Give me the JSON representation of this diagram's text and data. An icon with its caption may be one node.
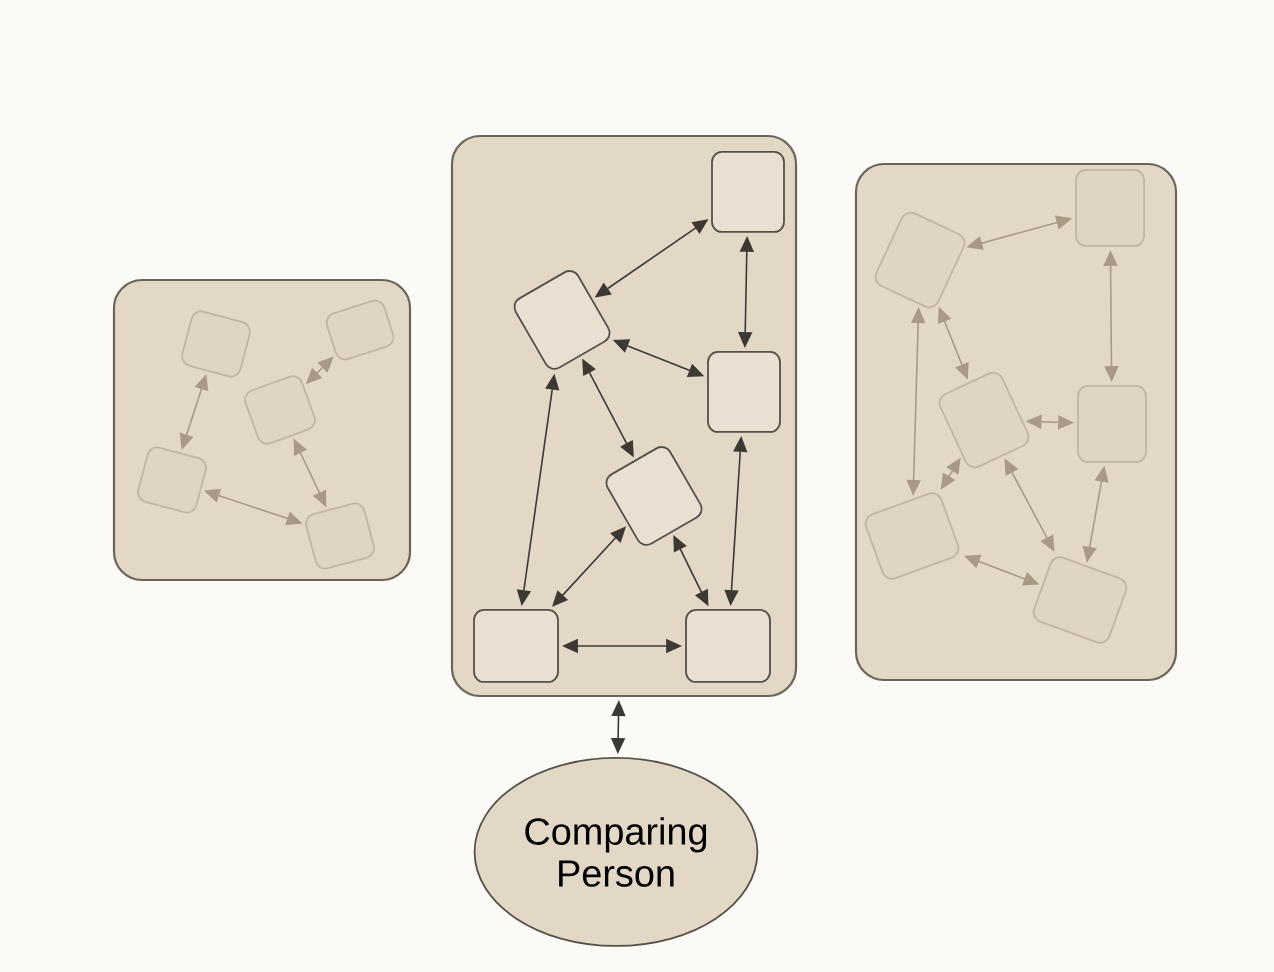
{
  "diagram": {
    "nodes": [
      {
        "text": [],
        "shape": "box"
      },
      {
        "text": [],
        "shape": "box",
        "in": 0
      },
      {
        "text": [],
        "shape": "box",
        "in": 0
      },
      {
        "text": [],
        "shape": "box",
        "in": 0
      },
      {
        "text": [],
        "shape": "box",
        "in": 0
      },
      {
        "text": [],
        "shape": "box",
        "in": 0
      },
      {
        "text": [],
        "shape": "box"
      },
      {
        "text": [],
        "shape": "box",
        "in": 6
      },
      {
        "text": [],
        "shape": "box",
        "in": 6
      },
      {
        "text": [],
        "shape": "box",
        "in": 6
      },
      {
        "text": [],
        "shape": "box",
        "in": 6
      },
      {
        "text": [],
        "shape": "box",
        "in": 6
      },
      {
        "text": [],
        "shape": "box",
        "in": 6
      },
      {
        "text": [
          "Comparing Person"
        ]
      },
      {
        "text": [],
        "shape": "box"
      },
      {
        "text": [],
        "shape": "box",
        "in": 14
      },
      {
        "text": [],
        "shape": "box",
        "in": 14
      },
      {
        "text": [],
        "shape": "box",
        "in": 14
      },
      {
        "text": [],
        "shape": "box",
        "in": 14
      },
      {
        "text": [],
        "shape": "box",
        "in": 14
      },
      {
        "text": [],
        "shape": "box",
        "in": 14
      }
    ],
    "edges": [
      {
        "from": 1,
        "to": 4,
        "arrow": "both",
        "color": "#a89a86"
      },
      {
        "from": 2,
        "to": 3,
        "arrow": "both",
        "color": "#a89a86"
      },
      {
        "from": 3,
        "to": 5,
        "arrow": "both",
        "color": "#a89a86"
      },
      {
        "from": 4,
        "to": 5,
        "arrow": "both",
        "color": "#a89a86"
      },
      {
        "from": 7,
        "to": 8,
        "arrow": "both",
        "color": "#3c3934"
      },
      {
        "from": 7,
        "to": 9,
        "arrow": "both",
        "color": "#3c3934"
      },
      {
        "from": 8,
        "to": 9,
        "arrow": "both",
        "color": "#3c3934"
      },
      {
        "from": 8,
        "to": 10,
        "arrow": "both",
        "color": "#3c3934"
      },
      {
        "from": 8,
        "to": 11,
        "arrow": "both",
        "color": "#3c3934"
      },
      {
        "from": 10,
        "to": 11,
        "arrow": "both",
        "color": "#3c3934"
      },
      {
        "from": 9,
        "to": 12,
        "arrow": "both",
        "color": "#3c3934"
      },
      {
        "from": 10,
        "to": 12,
        "arrow": "both",
        "color": "#3c3934"
      },
      {
        "from": 11,
        "to": 12,
        "arrow": "both",
        "color": "#3c3934"
      },
      {
        "from": 6,
        "to": 13,
        "arrow": "both",
        "color": "#3c3934"
      },
      {
        "from": 15,
        "to": 16,
        "arrow": "both",
        "color": "#a89a86"
      },
      {
        "from": 15,
        "to": 19,
        "arrow": "both",
        "color": "#a89a86"
      },
      {
        "from": 15,
        "to": 17,
        "arrow": "both",
        "color": "#a89a86"
      },
      {
        "from": 16,
        "to": 18,
        "arrow": "both",
        "color": "#a89a86"
      },
      {
        "from": 17,
        "to": 18,
        "arrow": "both",
        "color": "#a89a86"
      },
      {
        "from": 17,
        "to": 19,
        "arrow": "both",
        "color": "#a89a86"
      },
      {
        "from": 17,
        "to": 20,
        "arrow": "both",
        "color": "#a89a86"
      },
      {
        "from": 18,
        "to": 20,
        "arrow": "both",
        "color": "#a89a86"
      },
      {
        "from": 19,
        "to": 20,
        "arrow": "both",
        "color": "#a89a86"
      }
    ]
  }
}
